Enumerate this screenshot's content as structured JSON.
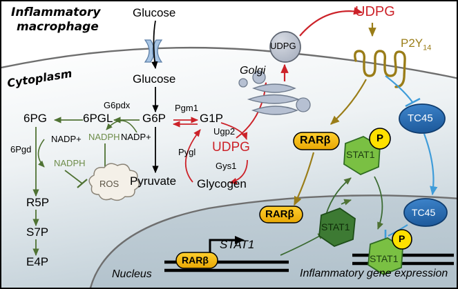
{
  "figure": {
    "title": "Inflammatory macrophage UDPG / P2Y14 signaling pathway",
    "compartments": {
      "cell_label_line1": "Inflammatory",
      "cell_label_line2": "macrophage",
      "cytoplasm": "Cytoplasm",
      "nucleus": "Nucleus",
      "golgi": "Golgi",
      "outcome": "Inflammatory gene expression"
    },
    "colors": {
      "red": "#cc2229",
      "green": "#4f7233",
      "gold": "#9a7d18",
      "blue": "#2b70b8",
      "light_blue_arrow": "#3f9cd9",
      "rar_fill": "#f2b705",
      "stat1_light": "#7ac043",
      "stat1_dark": "#3d7a33",
      "phospho_yellow": "#ffe000",
      "membrane": "#6e6e6e",
      "golgi_fill": "#b6c0d2",
      "udpg_vesicle": "#b9bfcb",
      "black": "#000000"
    },
    "metabolites": {
      "glucose_out": "Glucose",
      "glucose_in": "Glucose",
      "g6p": "G6P",
      "g1p": "G1P",
      "pgl6": "6PGL",
      "pg6": "6PG",
      "r5p": "R5P",
      "s7p": "S7P",
      "e4p": "E4P",
      "pyruvate": "Pyruvate",
      "glycogen": "Glycogen",
      "udpg_cyto": "UDPG",
      "udpg_vesicle": "UDPG",
      "udpg_extra": "UDPG",
      "ros": "ROS",
      "nadp_plus_a": "NADP+",
      "nadph_a": "NADPH",
      "nadph_b": "NADPH",
      "nadp_plus_b": "NADP+"
    },
    "enzymes": {
      "g6pdx": "G6pdx",
      "pgd6": "6Pgd",
      "pgm1": "Pgm1",
      "pygl": "Pygl",
      "ugp2": "Ugp2",
      "gys1": "Gys1"
    },
    "proteins": {
      "receptor": "P2Y",
      "receptor_sub": "14",
      "rar_cyto": "RARβ",
      "rar_nuc_free": "RARβ",
      "rar_dna": "RARβ",
      "stat1_phospho_cyto": "STAT1",
      "stat1_nuc_dark": "STAT1",
      "stat1_nuc_dna": "STAT1",
      "phospho_a": "P",
      "phospho_b": "P",
      "tc45_cyto": "TC45",
      "tc45_nuc": "TC45",
      "gene_stat1": "STAT1"
    }
  }
}
